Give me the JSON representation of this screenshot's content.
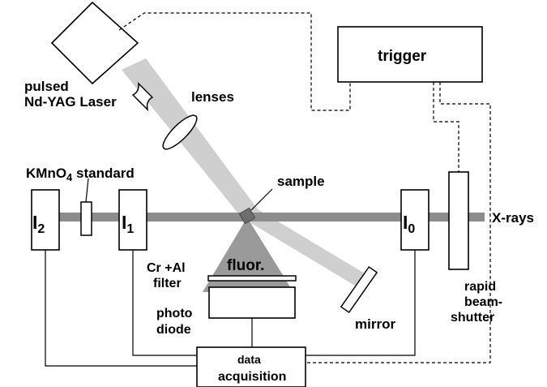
{
  "labels": {
    "laser_line1": "pulsed",
    "laser_line2": "Nd-YAG Laser",
    "lenses": "lenses",
    "trigger": "trigger",
    "standard_main": "KMnO",
    "standard_sub": "4",
    "standard_rest": " standard",
    "sample": "sample",
    "xrays": "X-rays",
    "i2_main": "I",
    "i2_sub": "2",
    "i1_main": "I",
    "i1_sub": "1",
    "i0_main": "I",
    "i0_sub": "0",
    "fluor": "fluor.",
    "filter_line1": "Cr +Al",
    "filter_line2": "filter",
    "photodiode_line1": "photo",
    "photodiode_line2": "diode",
    "mirror": "mirror",
    "shutter_line1": "rapid",
    "shutter_line2": "beam-",
    "shutter_line3": "shutter",
    "daq_line1": "data",
    "daq_line2": "acquisition"
  },
  "colors": {
    "laser_beam": "#cfcfcf",
    "xray_beam": "#8c8c8c",
    "fluorescence": "#9a9a9a",
    "outline": "#000000"
  }
}
